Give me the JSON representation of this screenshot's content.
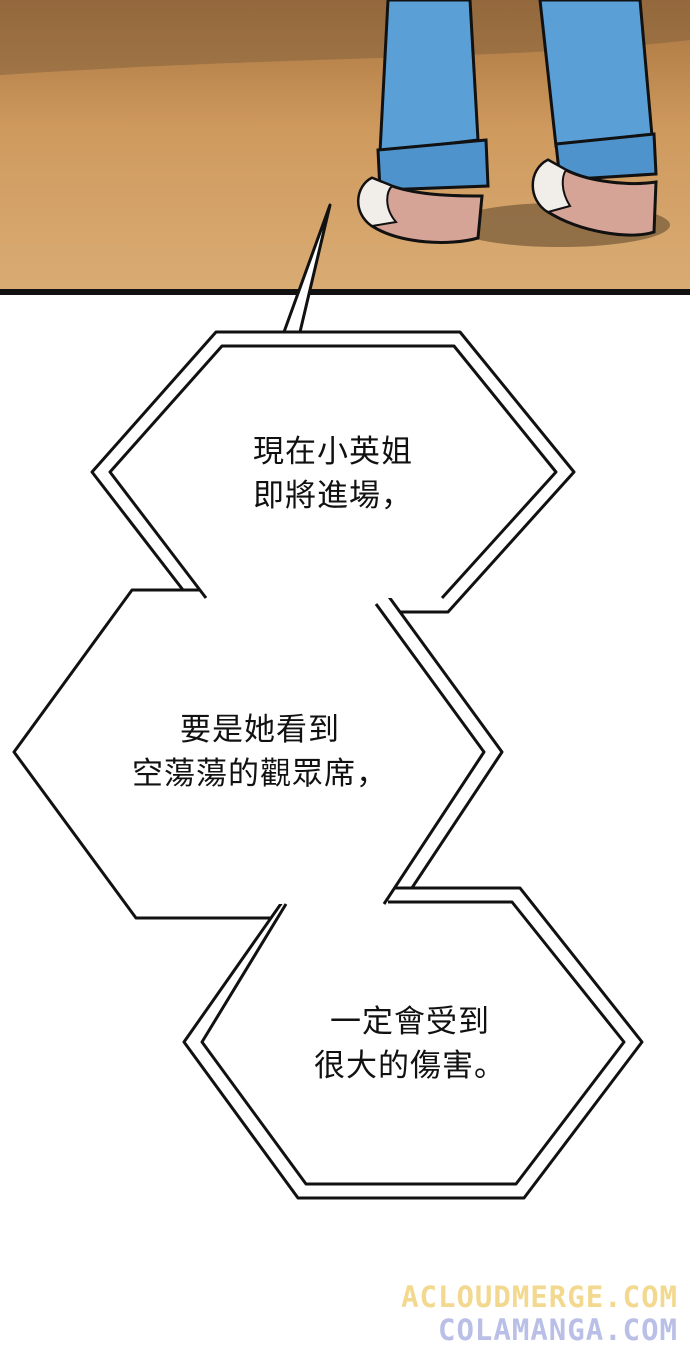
{
  "panel": {
    "colors": {
      "floor_top": "#cf9a5e",
      "floor_bottom": "#d8ab72",
      "jeans": "#5aa0d6",
      "jeans_shadow": "#3f7fb5",
      "shoe": "#f1ede8",
      "shoe_sole": "#d9a79a",
      "panel_border": "#111111"
    }
  },
  "bubbles": [
    {
      "lines": [
        "現在小英姐",
        "即將進場，"
      ]
    },
    {
      "lines": [
        "要是她看到",
        "空蕩蕩的觀眾席，"
      ]
    },
    {
      "lines": [
        "一定會受到",
        "很大的傷害。"
      ]
    }
  ],
  "watermarks": [
    {
      "text": "ACLOUDMERGE.COM",
      "color": "#f2d98f"
    },
    {
      "text": "COLAMANGA.COM",
      "color": "#b9bfe6"
    }
  ]
}
